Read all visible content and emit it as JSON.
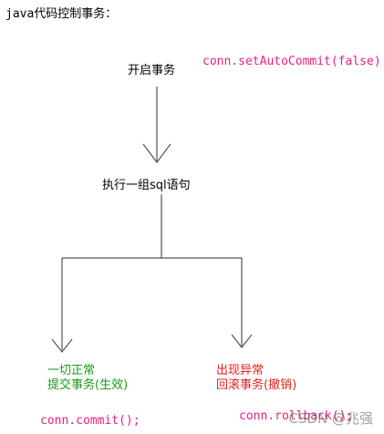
{
  "title": "java代码控制事务：",
  "steps": {
    "begin": "开启事务",
    "execute": "执行一组sql语句"
  },
  "code": {
    "auto_commit": "conn.setAutoCommit(false)",
    "commit": "conn.commit();",
    "rollback": "conn.rollback();"
  },
  "branches": {
    "normal_line1": "一切正常",
    "normal_line2": "提交事务(生效)",
    "error_line1": "出现异常",
    "error_line2": "回滚事务(撤销)"
  },
  "watermark": "CSDN @兆强",
  "colors": {
    "code": "#e8207d",
    "success": "#1a9a1a",
    "error": "#e61e1e",
    "line": "#555555"
  }
}
